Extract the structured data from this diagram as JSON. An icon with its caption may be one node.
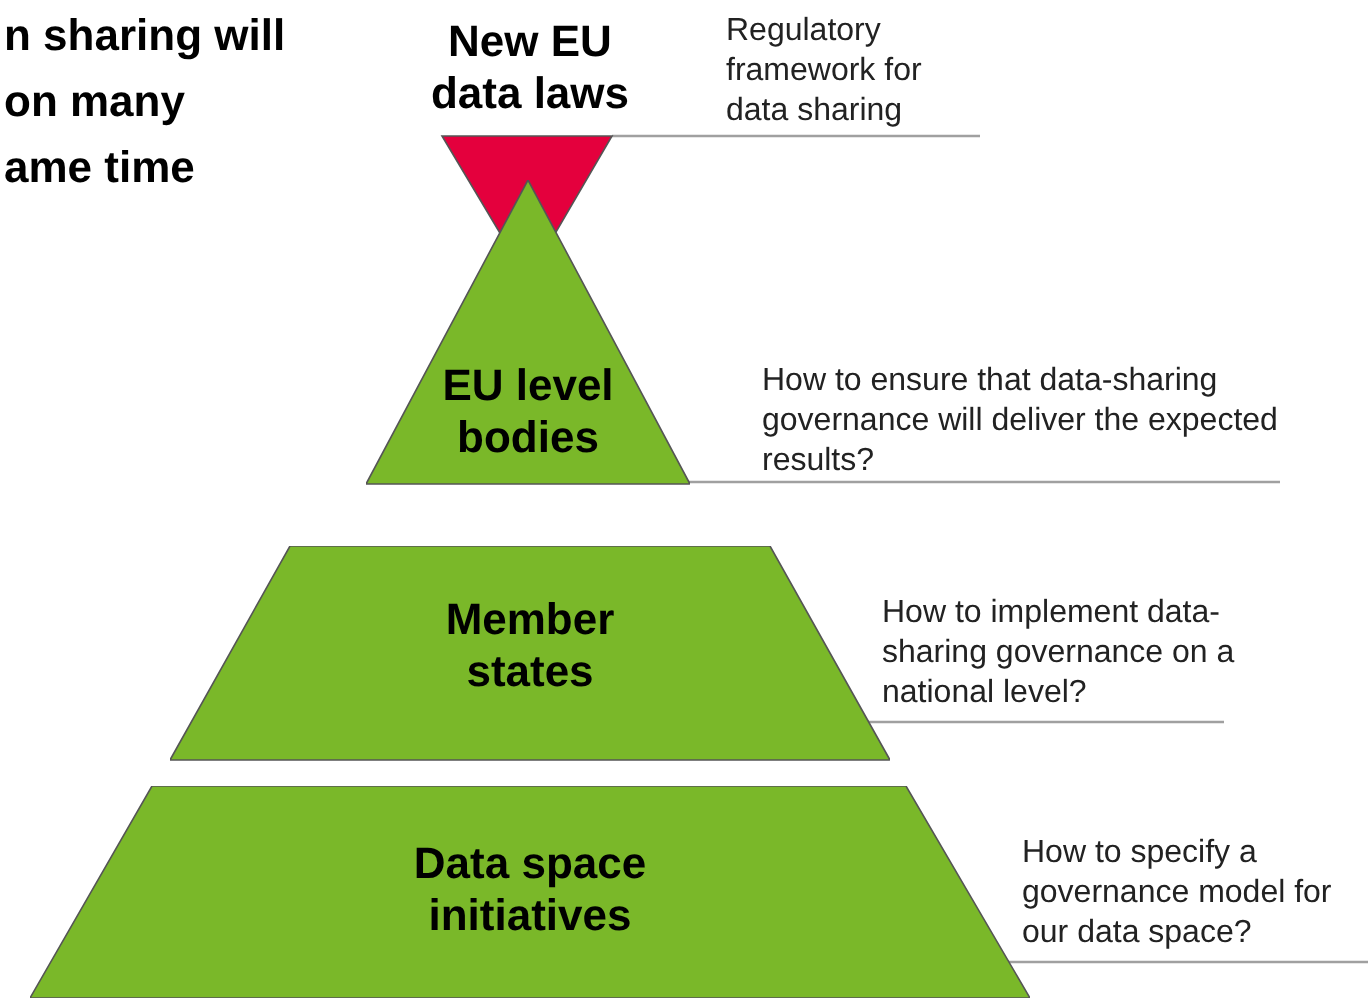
{
  "diagram": {
    "nodes": [
      {
        "text": [
          "New EU data laws"
        ]
      },
      {
        "text": [
          "EU level bodies"
        ],
        "beside": [
          "How to ensure that data-sharing governance will deliver the expected results?"
        ]
      },
      {
        "text": [
          "Member states"
        ],
        "beside": [
          "How to implement data-sharing governance on a national level?"
        ]
      },
      {
        "text": [
          "Data space initiatives"
        ],
        "beside": [
          "How to specify a governance model for our data space?"
        ]
      }
    ],
    "labels": [
      "n sharing will",
      "on many",
      "ame time",
      "Regulatory framework for data sharing"
    ]
  }
}
